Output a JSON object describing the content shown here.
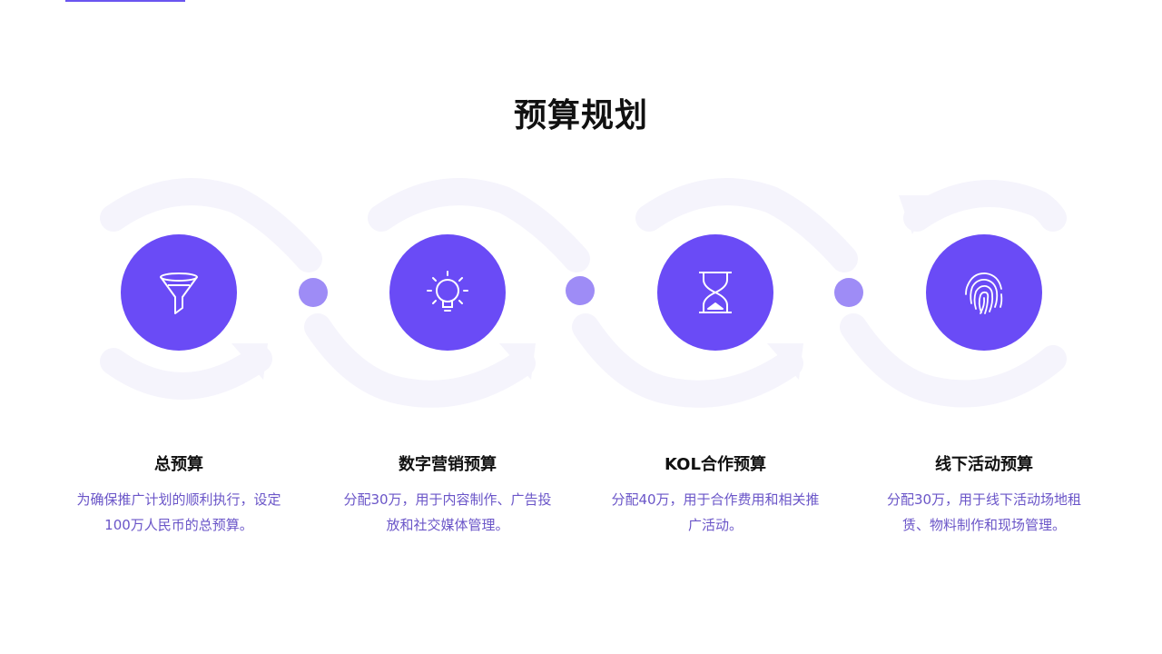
{
  "title": "预算规划",
  "colors": {
    "accent": "#6a4bf6",
    "dot": "#9e8cf6",
    "wave": "#f5f4fc",
    "desc_text": "#6a55c8"
  },
  "steps": [
    {
      "icon": "funnel-icon",
      "title": "总预算",
      "description": "为确保推广计划的顺利执行，设定100万人民币的总预算。"
    },
    {
      "icon": "lightbulb-icon",
      "title": "数字营销预算",
      "description": "分配30万，用于内容制作、广告投放和社交媒体管理。"
    },
    {
      "icon": "hourglass-icon",
      "title": "KOL合作预算",
      "description": "分配40万，用于合作费用和相关推广活动。"
    },
    {
      "icon": "fingerprint-icon",
      "title": "线下活动预算",
      "description": "分配30万，用于线下活动场地租赁、物料制作和现场管理。"
    }
  ]
}
